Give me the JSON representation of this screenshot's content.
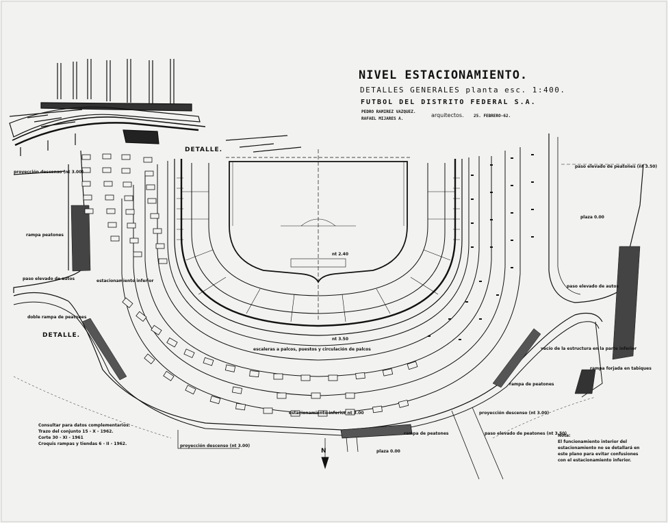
{
  "title": {
    "main": "NIVEL ESTACIONAMIENTO.",
    "subtitle": "DETALLES GENERALES planta esc. 1:400.",
    "client": "FUTBOL DEL DISTRITO FEDERAL S.A.",
    "architect_1": "PEDRO RAMIREZ VAZQUEZ.",
    "architect_2": "RAFAEL MIJARES A.",
    "architects_label": "arquitectos.",
    "date": "25. FEBRERO-62."
  },
  "labels": {
    "detalle_top": "DETALLE.",
    "detalle_left": "DETALLE.",
    "proteccion_descenso_left": "proyección descenso (nt 3.00)",
    "rampa_peatones_left": "rampa peatones",
    "paso_elevado_autos": "paso elevado de autos",
    "estacionamiento_inferior_left": "estacionamiento inferior",
    "doble_rampa": "doble rampa de peatones",
    "paso_elevado_peatones_top": "paso elevado de peatones (nt 3.50)",
    "plaza_right": "plaza 0.00",
    "paso_elevado_right": "paso elevado de autos",
    "escaleras": "escaleras a palcos, puestos y circulación de palcos",
    "vacio_estructura": "vacío de la estructura en la parte inferior",
    "rampa_forjada": "rampa forjada en tabiques",
    "rampa_peatones_bottom_right": "rampa de peatones",
    "proteccion_descenso_right": "proyección descenso (nt 3.00)",
    "paso_elevado_peatones_bottom": "paso elevado de peatones (nt 3.50)",
    "rampa_peatones_bottom": "rampa de peatones",
    "estacionamiento_inferior_bottom": "estacionamiento inferior nt 3.00",
    "proteccion_descenso_bottom": "proyección descenso (nt 3.00)",
    "plaza_bottom": "plaza 0.00",
    "north": "N",
    "level_field": "nt 2.40",
    "level_ring": "nt 3.50"
  },
  "notes": {
    "heading": "Consultar para datos complementarios:",
    "items": [
      "Trazo del conjunto 15 - X - 1962.",
      "Corte 30 - XI - 1961",
      "Croquis rampas y tiendas 6 - II - 1962."
    ]
  },
  "nota_side": {
    "heading": "Nota:",
    "text": "El funcionamiento interior del estacionamiento no se detallará en este plano para evitar confusiones con el estacionamiento inferior."
  }
}
